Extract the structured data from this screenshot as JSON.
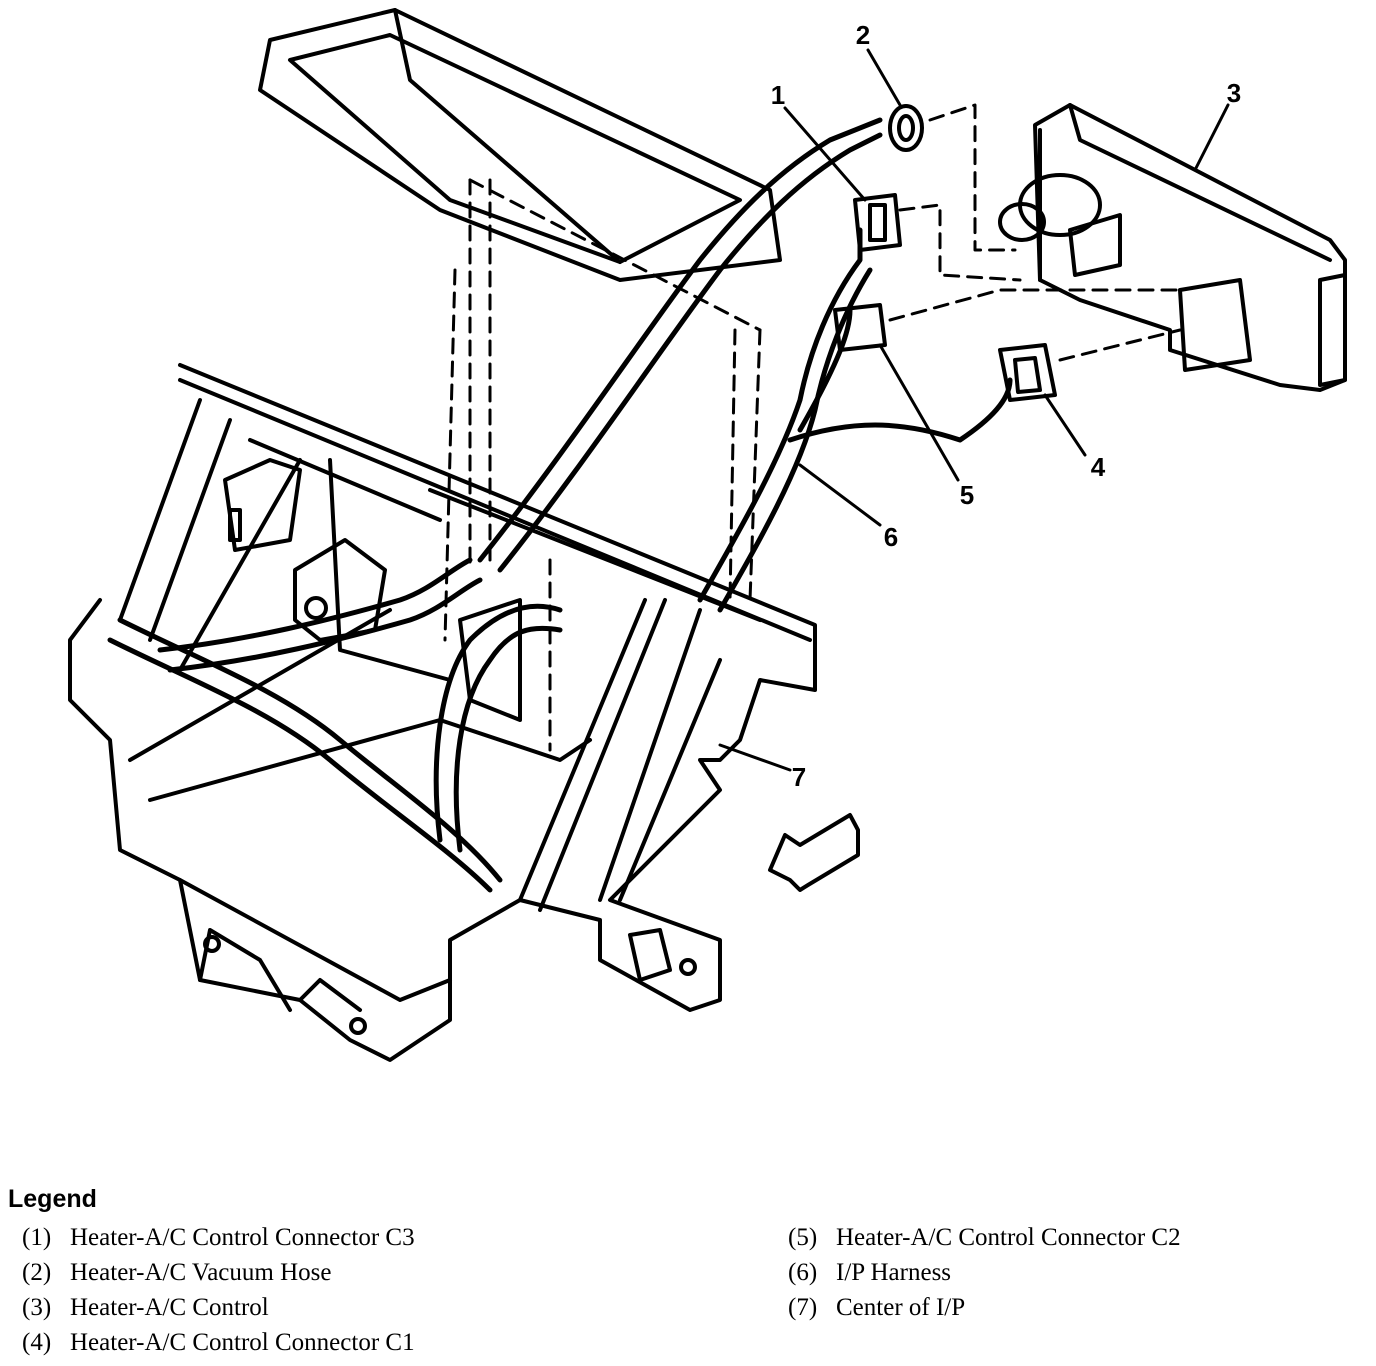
{
  "callouts": [
    "1",
    "2",
    "3",
    "4",
    "5",
    "6",
    "7"
  ],
  "legend": {
    "title": "Legend",
    "items": [
      {
        "num": "(1)",
        "text": "Heater-A/C Control Connector C3"
      },
      {
        "num": "(2)",
        "text": "Heater-A/C Vacuum Hose"
      },
      {
        "num": "(3)",
        "text": "Heater-A/C Control"
      },
      {
        "num": "(4)",
        "text": "Heater-A/C Control Connector C1"
      },
      {
        "num": "(5)",
        "text": "Heater-A/C Control Connector C2"
      },
      {
        "num": "(6)",
        "text": "I/P Harness"
      },
      {
        "num": "(7)",
        "text": "Center of I/P"
      }
    ]
  },
  "icons": [
    "forward-direction-arrow-icon"
  ]
}
